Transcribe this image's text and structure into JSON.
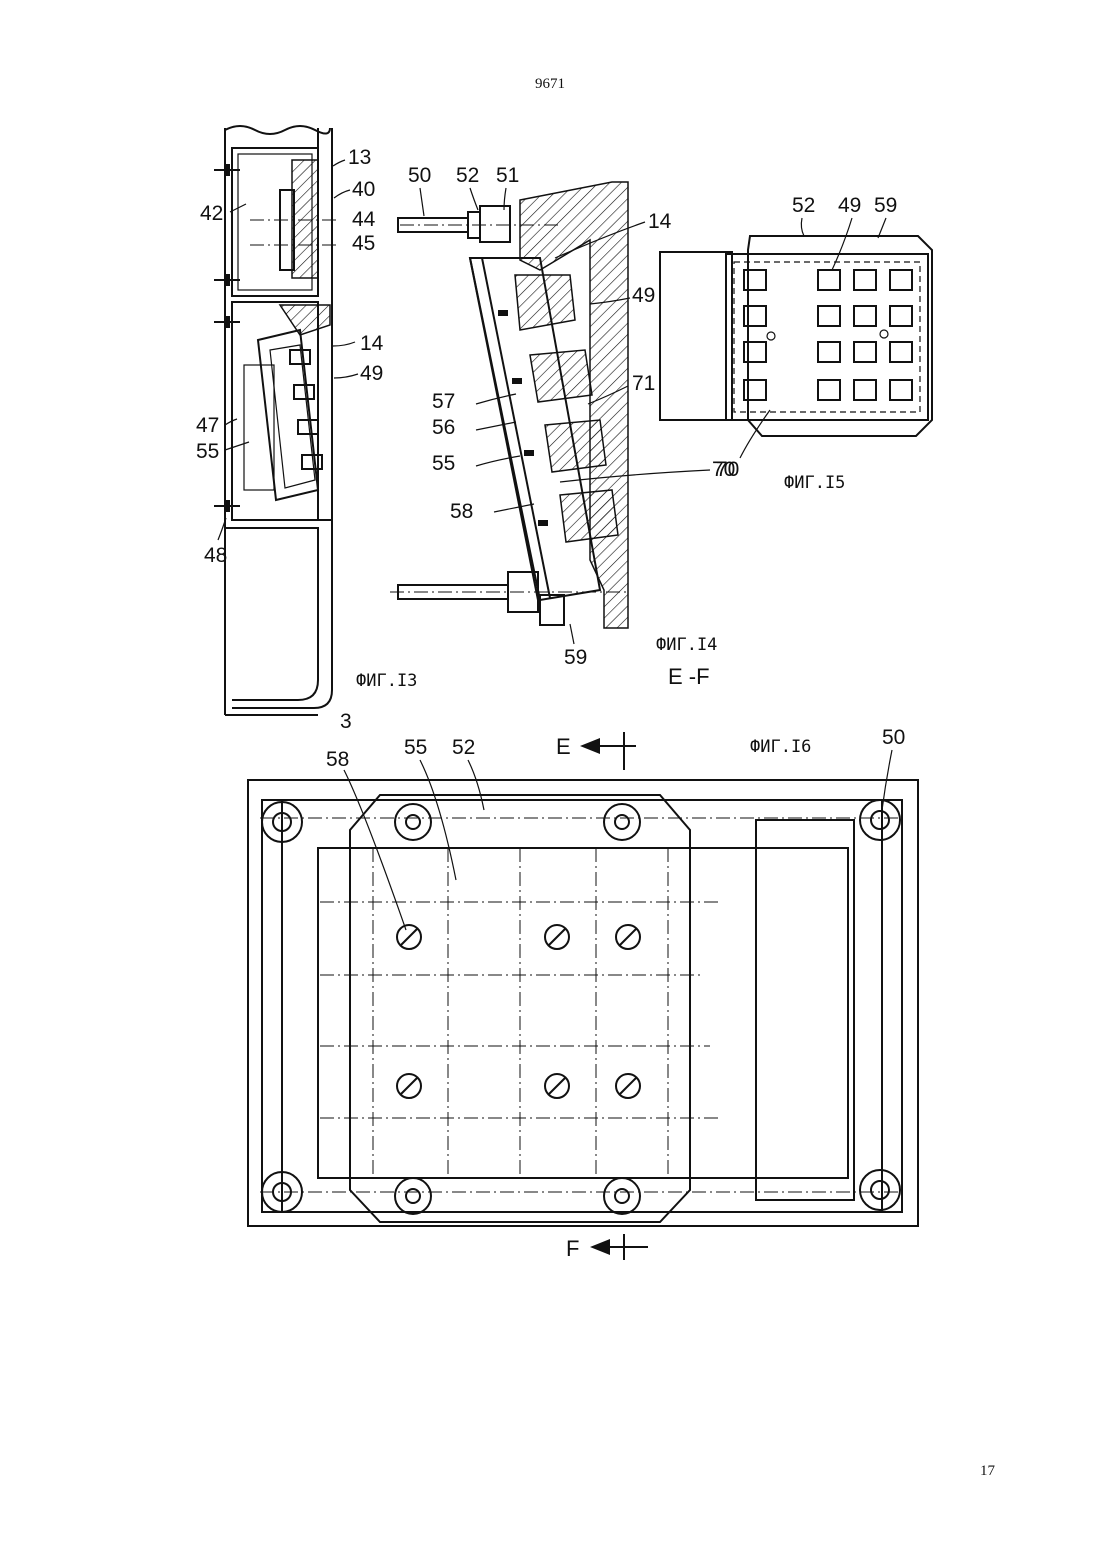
{
  "page": {
    "number": "9671",
    "sheet": "17"
  },
  "figures": {
    "fig13": {
      "caption": "ФИГ.I3",
      "labels": {
        "l13": "13",
        "l40": "40",
        "l42": "42",
        "l44": "44",
        "l45": "45",
        "l14": "14",
        "l49": "49",
        "l47": "47",
        "l55": "55",
        "l48": "48",
        "l3": "3"
      }
    },
    "fig14": {
      "caption": "ФИГ.I4",
      "section": "E -F",
      "labels": {
        "l50": "50",
        "l52": "52",
        "l51": "51",
        "l14": "14",
        "l49": "49",
        "l57": "57",
        "l71": "71",
        "l56": "56",
        "l55": "55",
        "l70": "70",
        "l58": "58",
        "l59": "59"
      }
    },
    "fig15": {
      "caption": "ФИГ.I5",
      "labels": {
        "l52": "52",
        "l49": "49",
        "l59": "59"
      }
    },
    "fig16": {
      "caption": "ФИГ.I6",
      "labels": {
        "l58": "58",
        "l55": "55",
        "l52": "52",
        "l50": "50",
        "sectionE": "E",
        "sectionF": "F"
      }
    }
  }
}
